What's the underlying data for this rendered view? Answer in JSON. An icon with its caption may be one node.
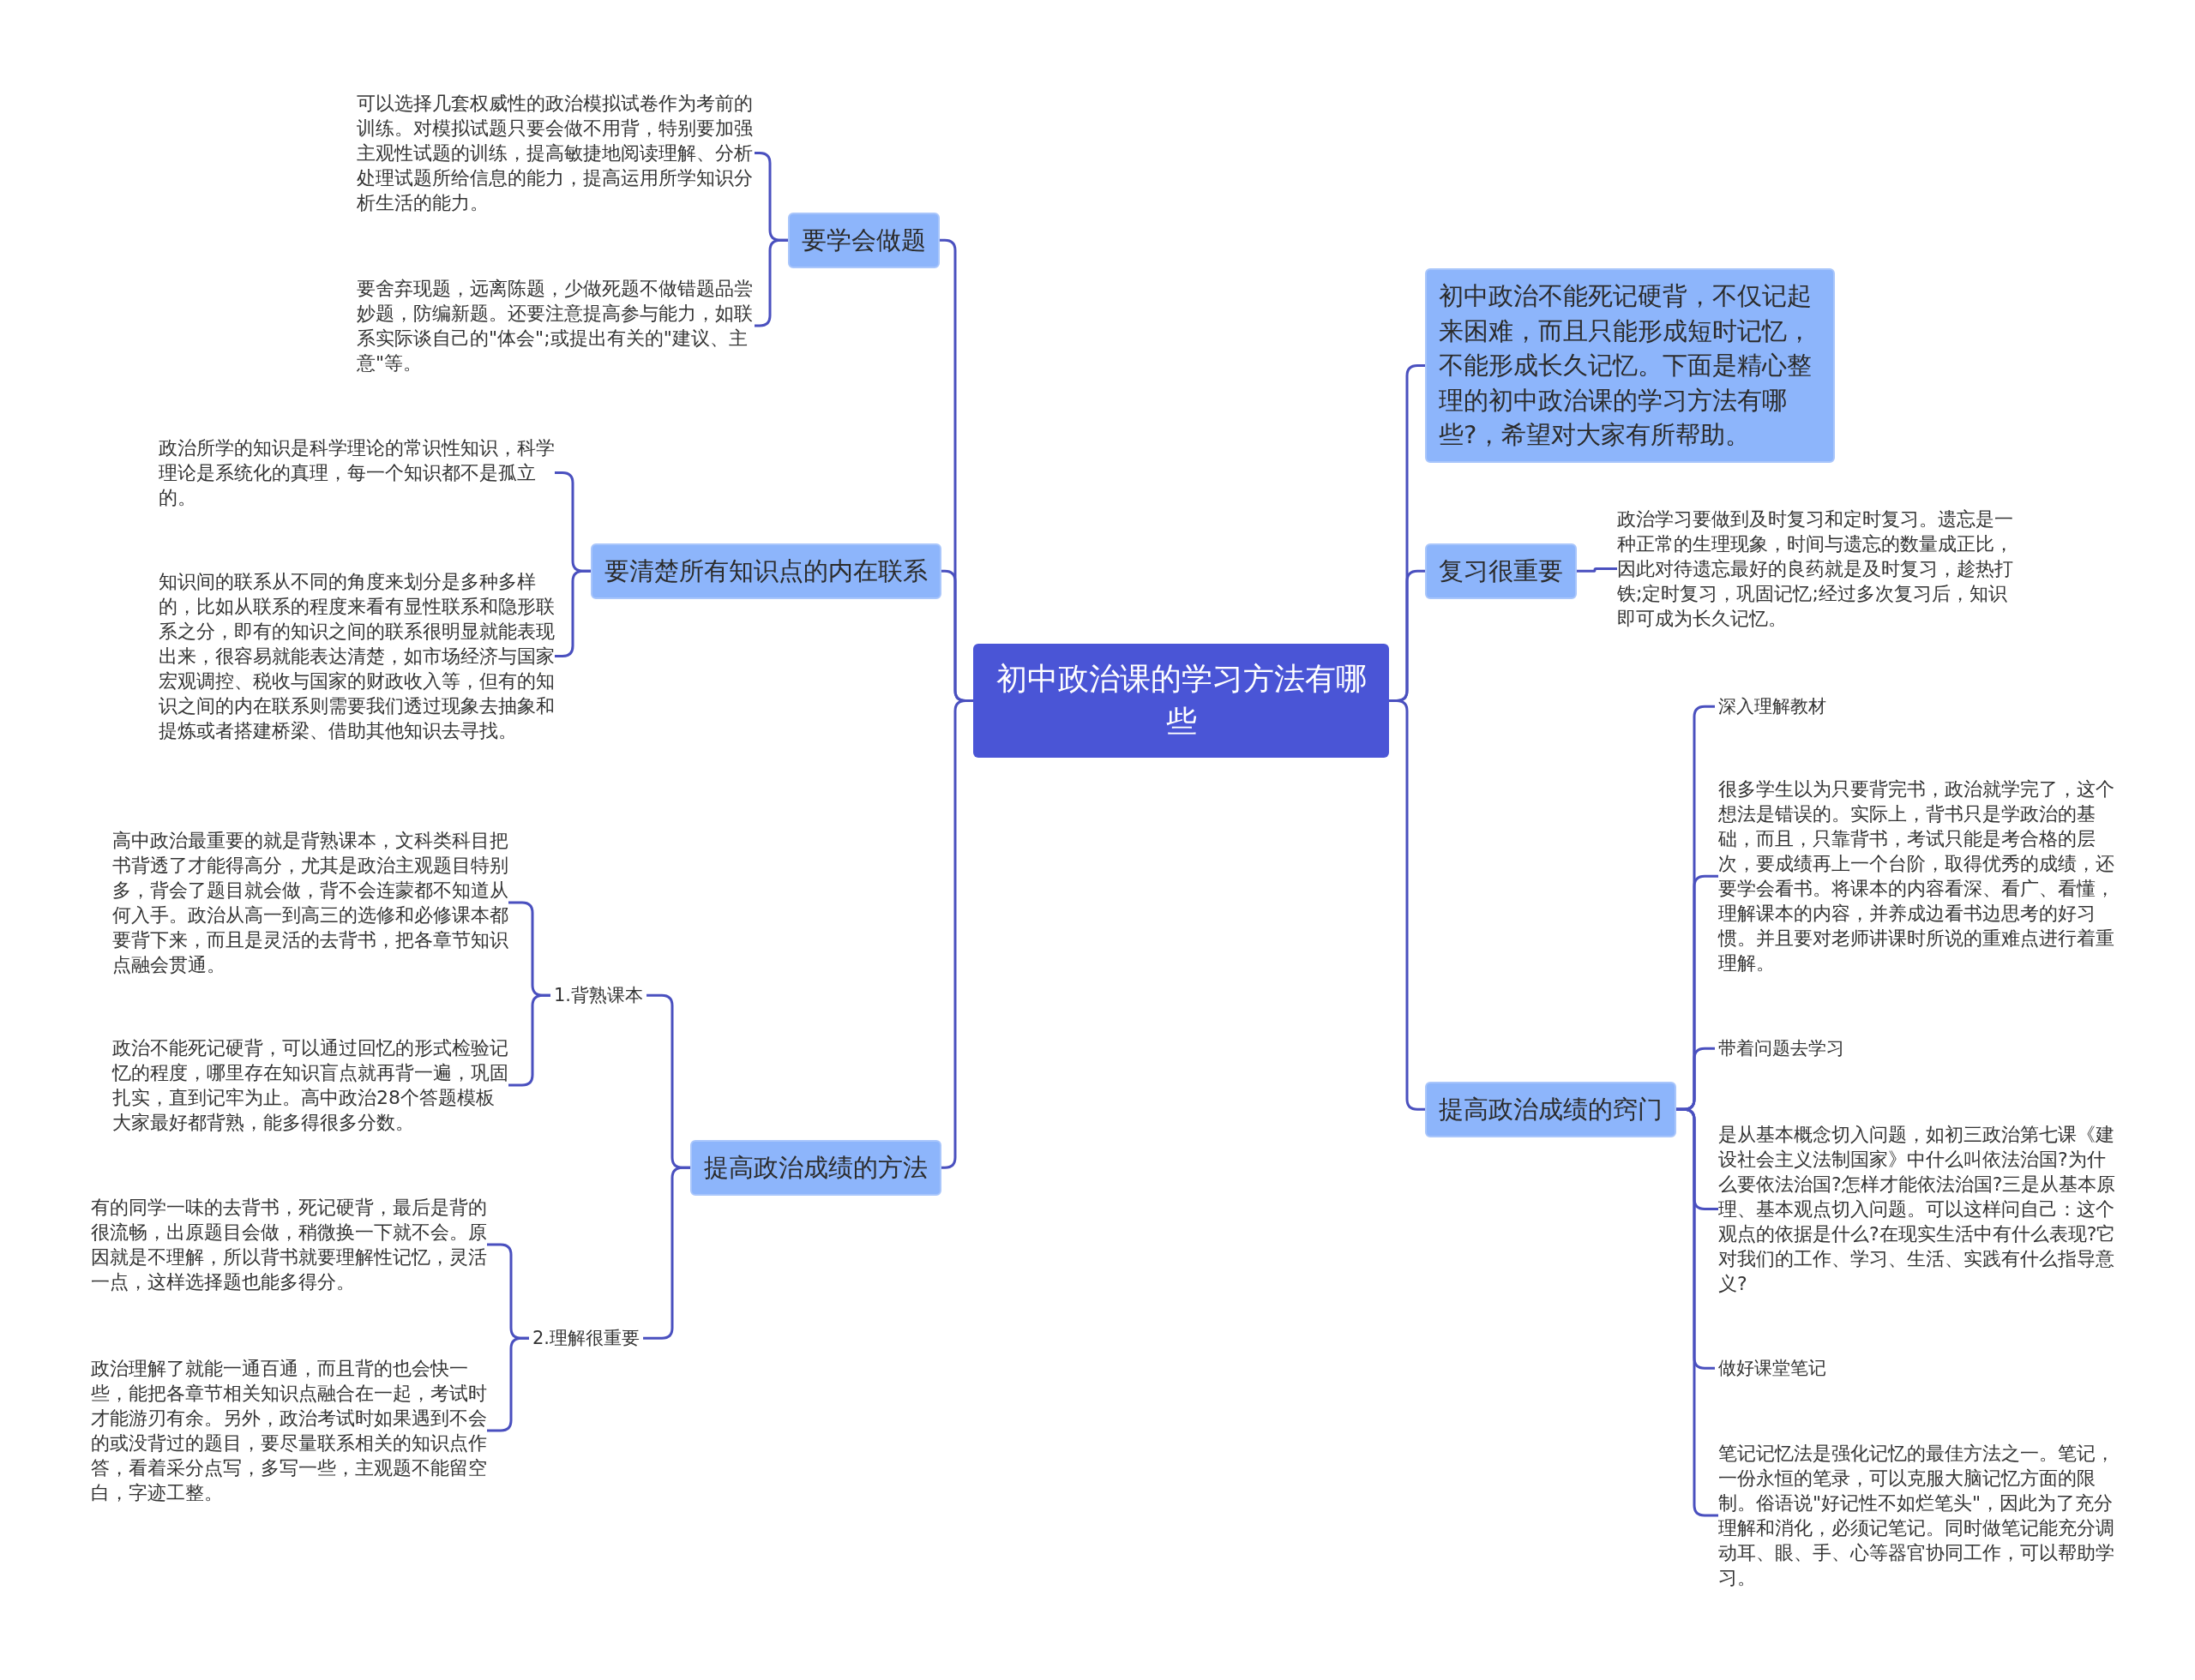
{
  "diagram": {
    "nodes": [
      {
        "text": [
          "初中政治课的学习方法有哪些"
        ]
      },
      {
        "text": [
          "要学会做题"
        ]
      },
      {
        "text": [
          "可以选择几套权威性的政治模拟试卷作为考前的训练。对模拟试题只要会做不用背，特别要加强主观性试题的训练，提高敏捷地阅读理解、分析处理试题所给信息的能力，提高运用所学知识分析生活的能力。"
        ]
      },
      {
        "text": [
          "要舍弃现题，远离陈题，少做死题不做错题品尝妙题，防编新题。还要注意提高参与能力，如联系实际谈自己的\"体会\";或提出有关的\"建议、主意\"等。"
        ]
      },
      {
        "text": [
          "要清楚所有知识点的内在联系"
        ]
      },
      {
        "text": [
          "政治所学的知识是科学理论的常识性知识，科学理论是系统化的真理，每一个知识都不是孤立的。"
        ]
      },
      {
        "text": [
          "知识间的联系从不同的角度来划分是多种多样的，比如从联系的程度来看有显性联系和隐形联系之分，即有的知识之间的联系很明显就能表现出来，很容易就能表达清楚，如市场经济与国家宏观调控、税收与国家的财政收入等，但有的知识之间的内在联系则需要我们透过现象去抽象和提炼或者搭建桥梁、借助其他知识去寻找。"
        ]
      },
      {
        "text": [
          "提高政治成绩的方法"
        ]
      },
      {
        "text": [
          "1.背熟课本"
        ]
      },
      {
        "text": [
          "高中政治最重要的就是背熟课本，文科类科目把书背透了才能得高分，尤其是政治主观题目特别多，背会了题目就会做，背不会连蒙都不知道从何入手。政治从高一到高三的选修和必修课本都要背下来，而且是灵活的去背书，把各章节知识点融会贯通。"
        ]
      },
      {
        "text": [
          "政治不能死记硬背，可以通过回忆的形式检验记忆的程度，哪里存在知识盲点就再背一遍，巩固扎实，直到记牢为止。高中政治28个答题模板大家最好都背熟，能多得很多分数。"
        ]
      },
      {
        "text": [
          "2.理解很重要"
        ]
      },
      {
        "text": [
          "有的同学一味的去背书，死记硬背，最后是背的很流畅，出原题目会做，稍微换一下就不会。原因就是不理解，所以背书就要理解性记忆，灵活一点，这样选择题也能多得分。"
        ]
      },
      {
        "text": [
          "政治理解了就能一通百通，而且背的也会快一些，能把各章节相关知识点融合在一起，考试时才能游刃有余。另外，政治考试时如果遇到不会的或没背过的题目，要尽量联系相关的知识点作答，看着采分点写，多写一些，主观题不能留空白，字迹工整。"
        ]
      },
      {
        "text": [
          "初中政治不能死记硬背，不仅记起来困难，而且只能形成短时记忆，不能形成长久记忆。下面是精心整理的初中政治课的学习方法有哪些?，希望对大家有所帮助。"
        ]
      },
      {
        "text": [
          "复习很重要"
        ]
      },
      {
        "text": [
          "政治学习要做到及时复习和定时复习。遗忘是一种正常的生理现象，时间与遗忘的数量成正比，因此对待遗忘最好的良药就是及时复习，趁热打铁;定时复习，巩固记忆;经过多次复习后，知识即可成为长久记忆。"
        ]
      },
      {
        "text": [
          "提高政治成绩的窍门"
        ]
      },
      {
        "text": [
          "深入理解教材"
        ]
      },
      {
        "text": [
          "很多学生以为只要背完书，政治就学完了，这个想法是错误的。实际上，背书只是学政治的基础，而且，只靠背书，考试只能是考合格的层次，要成绩再上一个台阶，取得优秀的成绩，还要学会看书。将课本的内容看深、看广、看懂，理解课本的内容，并养成边看书边思考的好习惯。并且要对老师讲课时所说的重难点进行着重理解。"
        ]
      },
      {
        "text": [
          "带着问题去学习"
        ]
      },
      {
        "text": [
          "是从基本概念切入问题，如初三政治第七课《建设社会主义法制国家》中什么叫依法治国?为什么要依法治国?怎样才能依法治国?三是从基本原理、基本观点切入问题。可以这样问自己：这个观点的依据是什么?在现实生活中有什么表现?它对我们的工作、学习、生活、实践有什么指导意义?"
        ]
      },
      {
        "text": [
          "做好课堂笔记"
        ]
      },
      {
        "text": [
          "笔记记忆法是强化记忆的最佳方法之一。笔记，一份永恒的笔录，可以克服大脑记忆方面的限制。俗语说\"好记性不如烂笔头\"，因此为了充分理解和消化，必须记笔记。同时做笔记能充分调动耳、眼、手、心等器官协同工作，可以帮助学习。"
        ]
      }
    ],
    "edges": [
      {
        "from": 0,
        "to": 1,
        "arrow": "none"
      },
      {
        "from": 0,
        "to": 4,
        "arrow": "none"
      },
      {
        "from": 0,
        "to": 7,
        "arrow": "none"
      },
      {
        "from": 0,
        "to": 14,
        "arrow": "none"
      },
      {
        "from": 0,
        "to": 15,
        "arrow": "none"
      },
      {
        "from": 0,
        "to": 17,
        "arrow": "none"
      },
      {
        "from": 1,
        "to": 2,
        "arrow": "none"
      },
      {
        "from": 1,
        "to": 3,
        "arrow": "none"
      },
      {
        "from": 4,
        "to": 5,
        "arrow": "none"
      },
      {
        "from": 4,
        "to": 6,
        "arrow": "none"
      },
      {
        "from": 7,
        "to": 8,
        "arrow": "none"
      },
      {
        "from": 7,
        "to": 11,
        "arrow": "none"
      },
      {
        "from": 8,
        "to": 9,
        "arrow": "none"
      },
      {
        "from": 8,
        "to": 10,
        "arrow": "none"
      },
      {
        "from": 11,
        "to": 12,
        "arrow": "none"
      },
      {
        "from": 11,
        "to": 13,
        "arrow": "none"
      },
      {
        "from": 15,
        "to": 16,
        "arrow": "none"
      },
      {
        "from": 17,
        "to": 18,
        "arrow": "none"
      },
      {
        "from": 17,
        "to": 19,
        "arrow": "none"
      },
      {
        "from": 17,
        "to": 20,
        "arrow": "none"
      },
      {
        "from": 17,
        "to": 21,
        "arrow": "none"
      },
      {
        "from": 17,
        "to": 22,
        "arrow": "none"
      },
      {
        "from": 17,
        "to": 23,
        "arrow": "none"
      }
    ]
  }
}
